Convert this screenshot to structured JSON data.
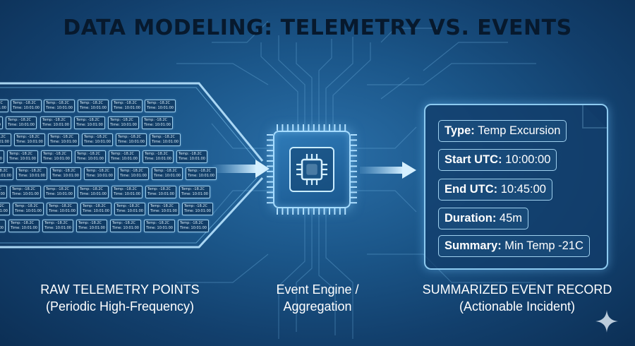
{
  "title": "DATA MODELING: TELEMETRY VS. EVENTS",
  "telemetry_packet": {
    "temp": "Temp: -18.2C",
    "time": "Time: 10:01:00"
  },
  "engine_label": {
    "line1": "Event Engine /",
    "line2": "Aggregation"
  },
  "event_record": {
    "fields": [
      {
        "key": "Type:",
        "value": " Temp Excursion"
      },
      {
        "key": "Start UTC:",
        "value": " 10:00:00"
      },
      {
        "key": "End UTC:",
        "value": " 10:45:00"
      },
      {
        "key": "Duration:",
        "value": " 45m"
      },
      {
        "key": "Summary:",
        "value": " Min Temp -21C"
      }
    ]
  },
  "left_label": {
    "line1": "RAW TELEMETRY POINTS",
    "line2": "(Periodic High-Frequency)"
  },
  "right_label": {
    "line1": "SUMMARIZED EVENT RECORD",
    "line2": "(Actionable Incident)"
  },
  "colors": {
    "background": "#1b5689",
    "glow": "#a6dcff",
    "title": "#07192d"
  },
  "icons": [
    "processor-chip-icon",
    "arrow-right-icon",
    "sparkle-icon"
  ]
}
